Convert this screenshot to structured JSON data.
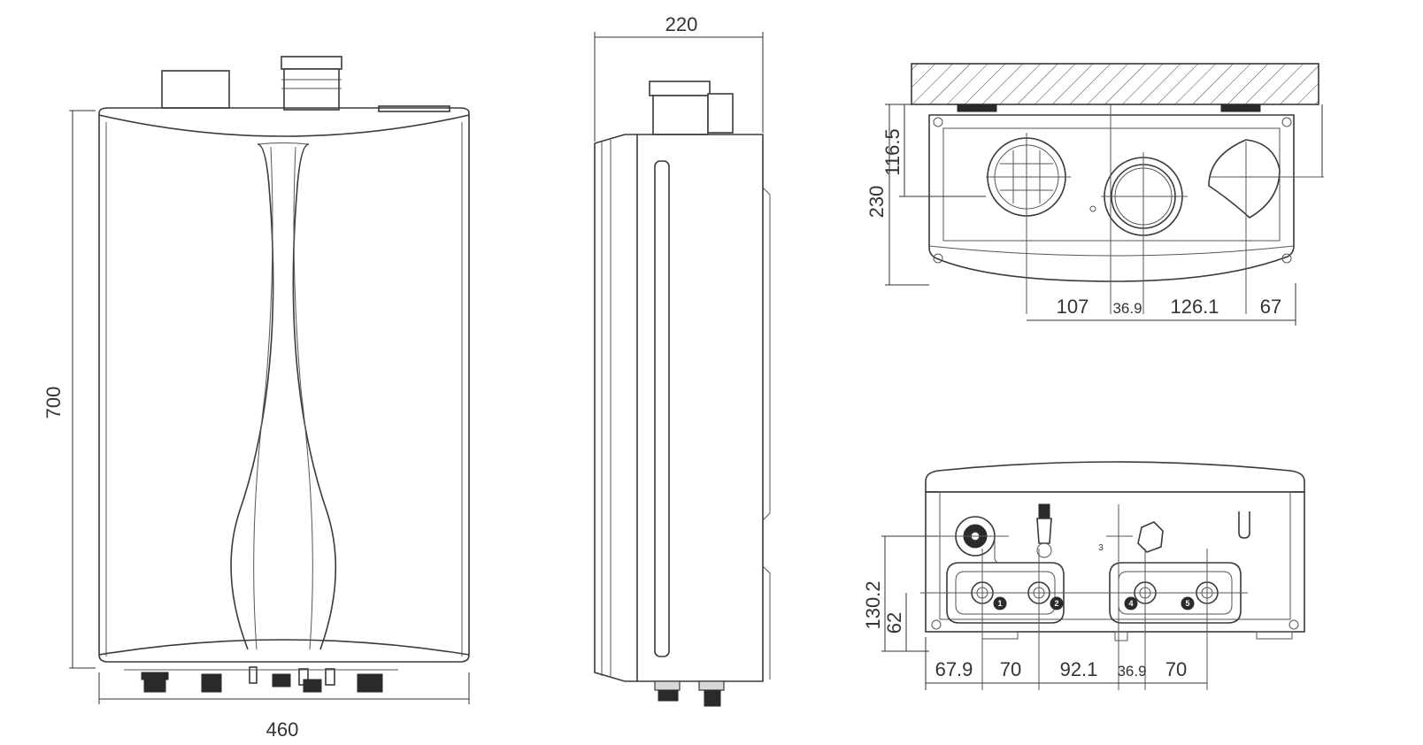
{
  "front_view": {
    "height": "700",
    "width": "460"
  },
  "side_view": {
    "depth": "220"
  },
  "top_view": {
    "height_total": "230",
    "height_flue": "116.5",
    "widths": [
      "107",
      "36.9",
      "126.1",
      "67"
    ]
  },
  "bottom_view": {
    "height_a": "130.2",
    "height_b": "62",
    "widths": [
      "67.9",
      "70",
      "92.1",
      "36.9",
      "70"
    ],
    "label_3": "3",
    "connections": [
      "1",
      "2",
      "4",
      "5"
    ]
  }
}
